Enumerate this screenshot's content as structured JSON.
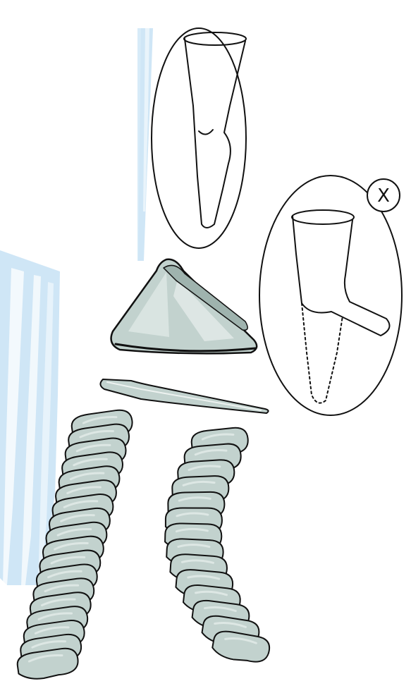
{
  "illustration": {
    "colors": {
      "background": "#ffffff",
      "accent_blue": "#cfe8f7",
      "outline": "#111111",
      "fill_gray": "#c2d2ce",
      "fill_gray_light": "#dde7e4",
      "fill_gray_dark": "#9fb3ae"
    },
    "panels": {
      "correct_example": {
        "icon": "straight-tube-icon"
      },
      "incorrect_example": {
        "icon": "bent-tube-icon",
        "badge_icon": "x-mark-icon",
        "badge_text": "X"
      }
    },
    "parts": {
      "triangle": {
        "icon": "triangular-clip-icon"
      },
      "rod": {
        "icon": "thin-rod-icon"
      },
      "chain_left": {
        "icon": "segmented-chain-icon",
        "segments": 18
      },
      "chain_right": {
        "icon": "curved-segmented-chain-icon",
        "segments": 14
      }
    }
  }
}
